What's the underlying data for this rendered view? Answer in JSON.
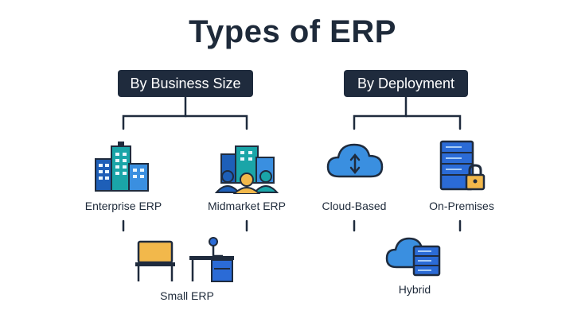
{
  "title": "Types of ERP",
  "groups": [
    {
      "heading": "By Business Size",
      "items": [
        "Enterprise ERP",
        "Midmarket ERP",
        "Small ERP"
      ]
    },
    {
      "heading": "By Deployment",
      "items": [
        "Cloud-Based",
        "On-Premises",
        "Hybrid"
      ]
    }
  ],
  "colors": {
    "navy": "#1f2b3d",
    "teal": "#1aa5a8",
    "blue": "#2b6bd6",
    "light_blue": "#3a8fe0",
    "yellow": "#f2b84b"
  },
  "icons": [
    "office-buildings-icon",
    "team-buildings-icon",
    "desk-laptop-icon",
    "cloud-sync-icon",
    "server-lock-icon",
    "cloud-server-icon"
  ]
}
